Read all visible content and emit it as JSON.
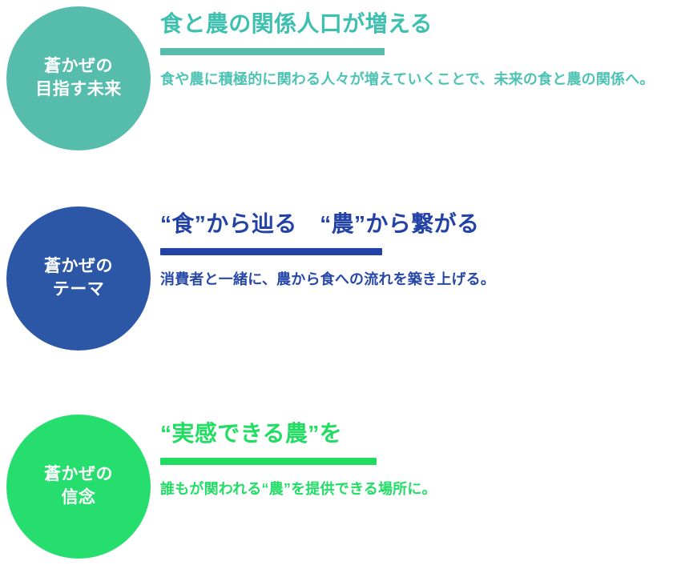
{
  "page": {
    "title": "蒼かぜ ビジョン・テーマ・信念",
    "background_color": "#ffffff"
  },
  "sections": [
    {
      "id": "future",
      "badge": {
        "lines": [
          "蒼かぜの",
          "目指す未来"
        ],
        "color": "#56bcac",
        "text_color": "#ffffff"
      },
      "heading": "食と農の関係人口が増える",
      "rule_color": "#56bcac",
      "body": "食や農に積極的に関わる人々が増えていくことで、未来の食と農の関係へ。",
      "accent_color": "#3ec0b0"
    },
    {
      "id": "theme",
      "badge": {
        "lines": [
          "蒼かぜの",
          "テーマ"
        ],
        "color": "#2b57a6",
        "text_color": "#ffffff"
      },
      "heading": "“食”から辿る　“農”から繋がる",
      "rule_color": "#2342a5",
      "body": "消費者と一緒に、農から食への流れを築き上げる。",
      "accent_color": "#2342a5"
    },
    {
      "id": "belief",
      "badge": {
        "lines": [
          "蒼かぜの",
          "信念"
        ],
        "color": "#26de6d",
        "text_color": "#ffffff"
      },
      "heading": "“実感できる農”を",
      "rule_color": "#20dd62",
      "body": "誰もが関われる“農”を提供できる場所に。",
      "accent_color": "#20dd62"
    }
  ]
}
